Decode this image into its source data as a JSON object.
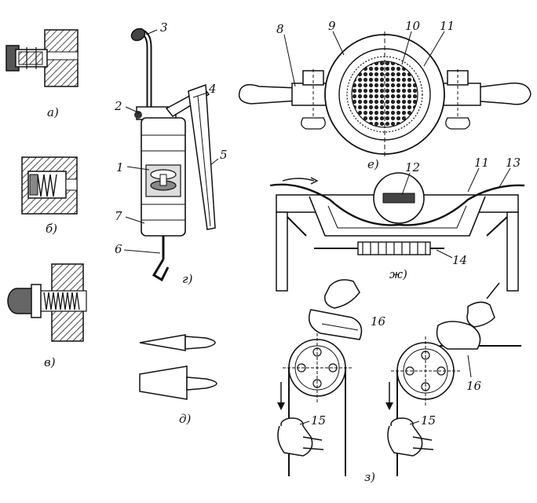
{
  "figure": {
    "captions": {
      "a": "а)",
      "b": "б)",
      "v": "в)",
      "g": "г)",
      "d": "д)",
      "e": "е)",
      "zh": "ж)",
      "z": "з)"
    },
    "callouts": [
      "1",
      "2",
      "3",
      "4",
      "5",
      "6",
      "7",
      "8",
      "9",
      "10",
      "11",
      "11",
      "12",
      "13",
      "14",
      "15",
      "15",
      "16",
      "16"
    ]
  },
  "colors": {
    "ink": "#111111",
    "paper": "#ffffff",
    "hatch": "#333333"
  }
}
